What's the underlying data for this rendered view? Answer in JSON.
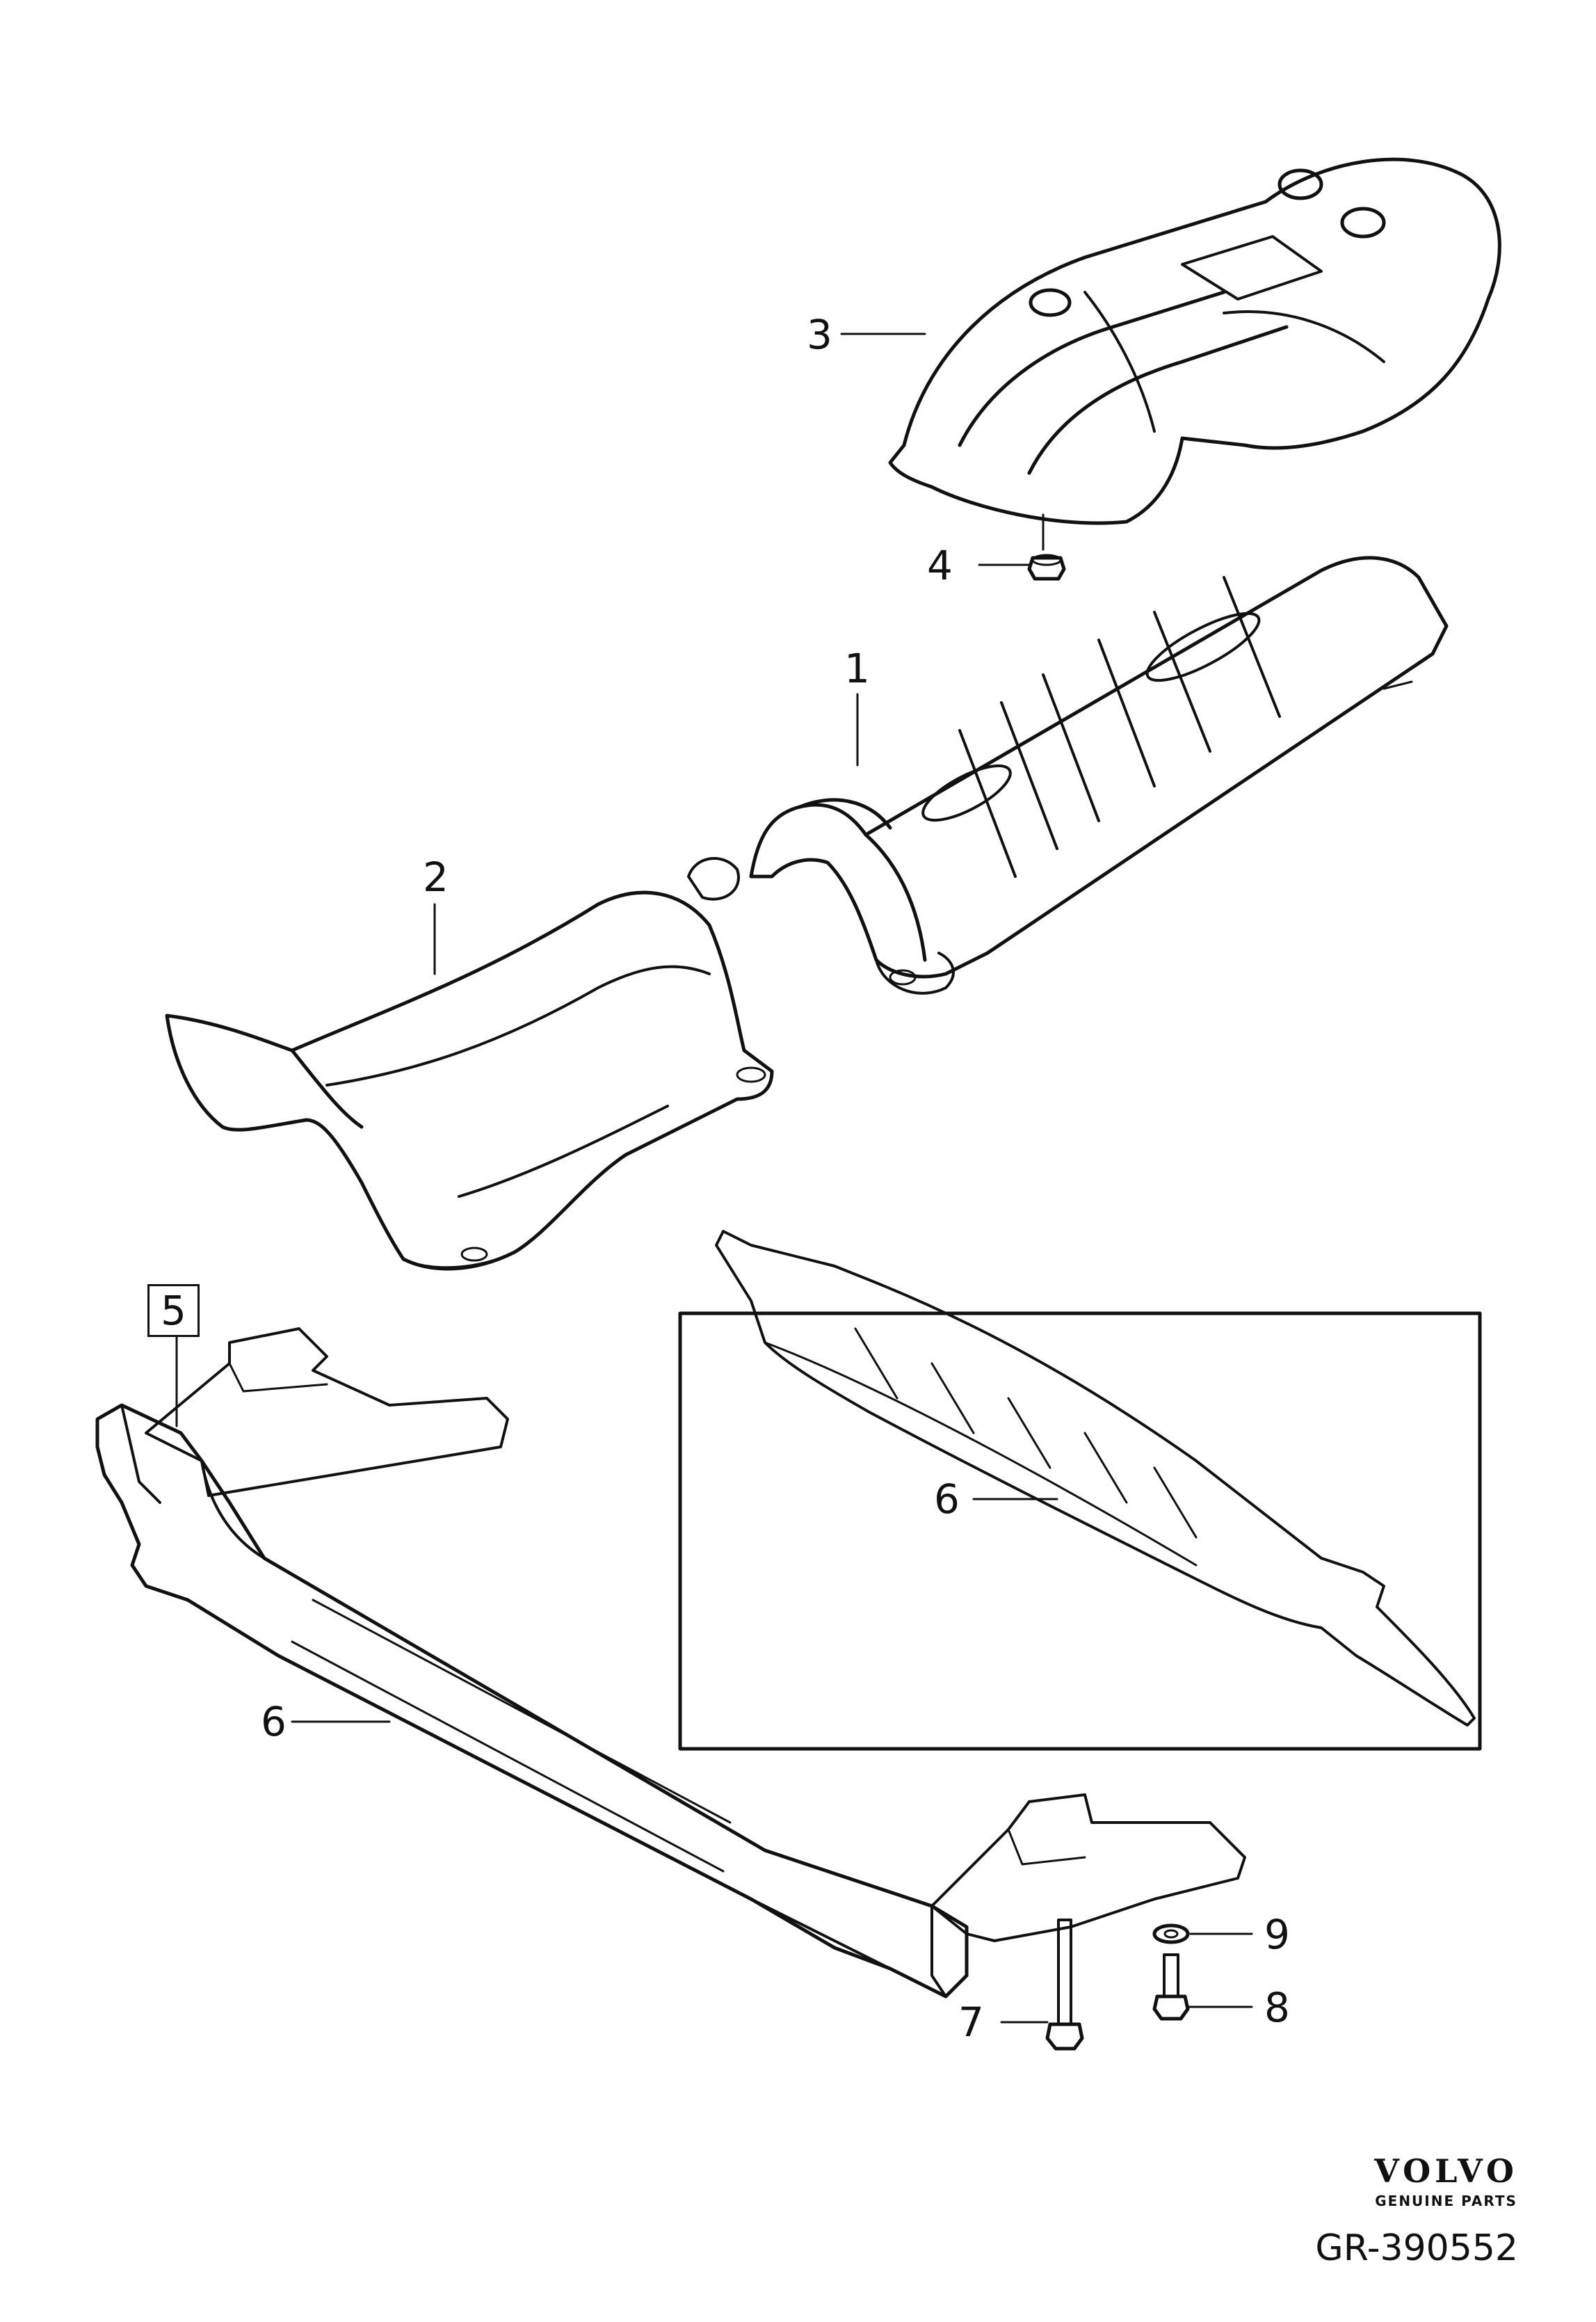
{
  "callouts": {
    "c1": "1",
    "c2": "2",
    "c3": "3",
    "c4": "4",
    "c5": "5",
    "c6_main": "6",
    "c6_inset": "6",
    "c7": "7",
    "c8": "8",
    "c9": "9"
  },
  "brand": {
    "name": "VOLVO",
    "subtitle": "GENUINE PARTS"
  },
  "diagram_id": "GR-390552",
  "colors": {
    "line": "#111111",
    "background": "#ffffff"
  }
}
